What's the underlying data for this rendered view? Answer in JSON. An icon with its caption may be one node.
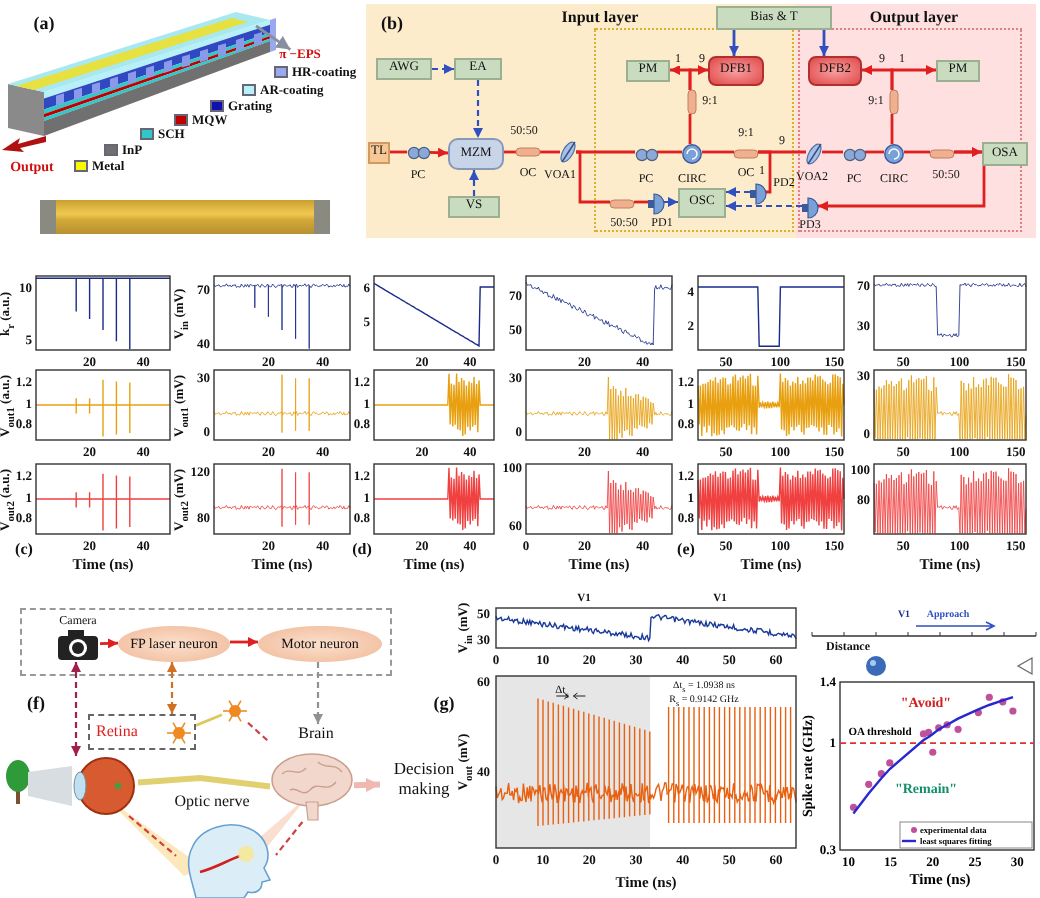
{
  "diagram": {
    "nodes": [
      {
        "text": [
          "Input layer"
        ]
      },
      {
        "text": [
          "Output layer"
        ]
      },
      {
        "text": [],
        "shape": "box",
        "in": 0
      },
      {
        "text": [],
        "shape": "box",
        "in": 1
      },
      {
        "text": [
          "AWG"
        ],
        "in": 0
      },
      {
        "text": [
          "EA"
        ],
        "in": 0
      },
      {
        "text": [
          "TL"
        ],
        "in": 0
      },
      {
        "text": [
          "PC"
        ],
        "in": 0
      },
      {
        "text": [
          "MZM"
        ],
        "in": 0
      },
      {
        "text": [
          "VS"
        ],
        "in": 0
      },
      {
        "text": [
          "50:50",
          "OC"
        ],
        "in": 0
      },
      {
        "text": [
          "VOA1"
        ],
        "in": 0
      },
      {
        "text": [
          "Bias & T"
        ]
      },
      {
        "text": [
          "PM"
        ],
        "in": 2
      },
      {
        "text": [
          "DFB1"
        ],
        "in": 2
      },
      {
        "text": [
          "9:1"
        ],
        "in": 2
      },
      {
        "text": [
          "PC"
        ],
        "in": 2
      },
      {
        "text": [
          "CIRC"
        ],
        "in": 2
      },
      {
        "text": [
          "9:1",
          "OC"
        ],
        "in": 2
      },
      {
        "text": [
          "PD2"
        ],
        "in": 2
      },
      {
        "text": [
          "50:50"
        ],
        "in": 2
      },
      {
        "text": [
          "PD1"
        ],
        "in": 2
      },
      {
        "text": [
          "OSC"
        ],
        "in": 2
      },
      {
        "text": [
          "DFB2"
        ],
        "in": 3
      },
      {
        "text": [
          "PM"
        ],
        "in": 3
      },
      {
        "text": [
          "9:1"
        ],
        "in": 3
      },
      {
        "text": [
          "VOA2"
        ],
        "in": 3
      },
      {
        "text": [
          "PC"
        ],
        "in": 3
      },
      {
        "text": [
          "CIRC"
        ],
        "in": 3
      },
      {
        "text": [
          "50:50"
        ],
        "in": 3
      },
      {
        "text": [
          "OSA"
        ],
        "in": 3
      },
      {
        "text": [
          "PD3"
        ],
        "in": 3
      },
      {
        "text": [],
        "shape": "box"
      },
      {
        "text": [
          "Camera"
        ],
        "in": 32
      },
      {
        "text": [
          "FP laser neuron"
        ],
        "in": 32
      },
      {
        "text": [
          "Motor neuron"
        ],
        "in": 32
      },
      {
        "text": [
          "Retina"
        ]
      },
      {
        "text": [],
        "shape": "picture"
      },
      {
        "text": [
          "Brain"
        ]
      },
      {
        "text": [],
        "shape": "picture"
      },
      {
        "text": [
          "Decision making"
        ]
      },
      {
        "text": [],
        "shape": "picture"
      },
      {
        "text": [
          "π −EPS"
        ]
      }
    ],
    "edges": [
      {
        "from": 4,
        "to": 5,
        "arrow": "to",
        "style": "dashed",
        "color": "#3050c0"
      },
      {
        "from": 5,
        "to": 8,
        "arrow": "to",
        "style": "dashed",
        "color": "#3050c0"
      },
      {
        "from": 9,
        "to": 8,
        "arrow": "to",
        "style": "dashed",
        "color": "#3050c0"
      },
      {
        "from": 6,
        "to": 7,
        "arrow": "none"
      },
      {
        "from": 7,
        "to": 8,
        "arrow": "to"
      },
      {
        "from": 8,
        "to": 10,
        "arrow": "none"
      },
      {
        "from": 10,
        "to": 11,
        "arrow": "none"
      },
      {
        "from": 11,
        "to": 16,
        "arrow": "none"
      },
      {
        "from": 11,
        "to": 20,
        "arrow": "none"
      },
      {
        "from": 20,
        "to": 21,
        "arrow": "none"
      },
      {
        "from": 16,
        "to": 17,
        "arrow": "none"
      },
      {
        "from": 17,
        "to": 15,
        "arrow": "none"
      },
      {
        "from": 15,
        "to": 13,
        "arrow": "to",
        "label": "1"
      },
      {
        "from": 15,
        "to": 14,
        "arrow": "to",
        "label": "9"
      },
      {
        "from": 17,
        "to": 18,
        "arrow": "none"
      },
      {
        "from": 18,
        "to": 26,
        "arrow": "none",
        "label": "9"
      },
      {
        "from": 18,
        "to": 19,
        "arrow": "none",
        "label": "1"
      },
      {
        "from": 19,
        "to": 22,
        "arrow": "to",
        "style": "dashed",
        "color": "#3050c0"
      },
      {
        "from": 21,
        "to": 22,
        "arrow": "to",
        "style": "dashed",
        "color": "#3050c0"
      },
      {
        "from": 31,
        "to": 22,
        "arrow": "to",
        "style": "dashed",
        "color": "#3050c0"
      },
      {
        "from": 12,
        "to": 14,
        "arrow": "to",
        "color": "#3050c0"
      },
      {
        "from": 12,
        "to": 23,
        "arrow": "to",
        "color": "#3050c0"
      },
      {
        "from": 26,
        "to": 27,
        "arrow": "none"
      },
      {
        "from": 27,
        "to": 28,
        "arrow": "none"
      },
      {
        "from": 28,
        "to": 25,
        "arrow": "none"
      },
      {
        "from": 25,
        "to": 23,
        "arrow": "to",
        "label": "9"
      },
      {
        "from": 25,
        "to": 24,
        "arrow": "to",
        "label": "1"
      },
      {
        "from": 28,
        "to": 29,
        "arrow": "none"
      },
      {
        "from": 29,
        "to": 30,
        "arrow": "to"
      },
      {
        "from": 29,
        "to": 31,
        "arrow": "to"
      },
      {
        "from": 33,
        "to": 34,
        "arrow": "to"
      },
      {
        "from": 34,
        "to": 35,
        "arrow": "to"
      },
      {
        "from": 33,
        "to": 37,
        "arrow": "both",
        "style": "dashed",
        "color": "#a0204a"
      },
      {
        "from": 34,
        "to": 36,
        "arrow": "both",
        "style": "dashed",
        "color": "#d07020"
      },
      {
        "from": 35,
        "to": 38,
        "arrow": "to",
        "style": "dashed",
        "color": "#909090"
      },
      {
        "from": 37,
        "to": 39,
        "arrow": "none",
        "style": "dashed",
        "color": "#d04040"
      },
      {
        "from": 38,
        "to": 39,
        "arrow": "none",
        "style": "dashed",
        "color": "#d04040"
      },
      {
        "from": 36,
        "to": 41,
        "arrow": "none",
        "color": "#e0c860"
      },
      {
        "from": 41,
        "to": 38,
        "arrow": "none",
        "style": "dashed",
        "color": "#d04040"
      },
      {
        "from": 37,
        "to": 38,
        "arrow": "none",
        "style": "thick",
        "color": "#e0d070"
      },
      {
        "from": 38,
        "to": 40,
        "arrow": "to",
        "style": "thick",
        "color": "#f0b8b0"
      },
      {
        "from": null,
        "to": 42,
        "arrow": "to",
        "color": "#8890a0"
      }
    ],
    "labels": [
      "(a)",
      "Output",
      "(b)",
      "k$_{r}$ (a.u.)",
      "10",
      "5",
      "20",
      "40",
      "V$_{in}$ (mV)",
      "70",
      "40",
      "20",
      "40",
      "6",
      "5",
      "20",
      "40",
      "70",
      "50",
      "20",
      "40",
      "4",
      "2",
      "50",
      "100",
      "150",
      "70",
      "30",
      "50",
      "100",
      "150",
      "V$_{out1}$ (a.u.)",
      "1.2",
      "1",
      "0.8",
      "20",
      "40",
      "V$_{out1}$ (mV)",
      "30",
      "0",
      "20",
      "40",
      "1.2",
      "1",
      "0.8",
      "20",
      "40",
      "30",
      "0",
      "20",
      "40",
      "1.2",
      "1",
      "0.8",
      "50",
      "100",
      "150",
      "30",
      "0",
      "50",
      "100",
      "150",
      "V$_{out2}$ (a.u.)",
      "1.2",
      "1",
      "0.8",
      "(c)",
      "20",
      "40",
      "Time (ns)",
      "V$_{out2}$ (mV)",
      "120",
      "80",
      "20",
      "40",
      "Time (ns)",
      "1.2",
      "1",
      "0.8",
      "(d)",
      "20",
      "40",
      "Time (ns)",
      "100",
      "60",
      "0",
      "20",
      "40",
      "Time (ns)",
      "1.2",
      "1",
      "0.8",
      "(e)",
      "50",
      "100",
      "150",
      "Time (ns)",
      "100",
      "80",
      "50",
      "100",
      "150",
      "Time (ns)",
      "(f)",
      "Optic nerve",
      "(g)",
      "V1",
      "V1",
      "V$_{in}$ (mV)",
      "50",
      "30",
      "0",
      "10",
      "20",
      "30",
      "40",
      "50",
      "60",
      "V$_{out}$ (mV)",
      "60",
      "40",
      "Δt$_{s}$",
      "Δt$_{s}$ = 1.0938 ns",
      "R$_{s}$ = 0.9142 GHz",
      "0",
      "10",
      "20",
      "30",
      "40",
      "50",
      "60",
      "Time (ns)",
      "V1",
      "Approach",
      "Distance",
      "\"Avoid\"",
      "\"Remain\""
    ],
    "legend": [
      {
        "text": "HR-coating",
        "color": "#9aa8ee"
      },
      {
        "text": "AR-coating",
        "color": "#b8f0f8"
      },
      {
        "text": "Grating",
        "color": "#1010b0"
      },
      {
        "text": "MQW",
        "color": "#c00000"
      },
      {
        "text": "SCH",
        "color": "#30c8c8"
      },
      {
        "text": "InP",
        "color": "#707070"
      },
      {
        "text": "Metal",
        "color": "#f8f800"
      }
    ],
    "chart_data": {
      "type": "scatter",
      "xlabel": "Time (ns)",
      "ylabel": "Spike rate (GHz)",
      "x": [
        10.6,
        12.4,
        13.9,
        14.9,
        18.9,
        19.5,
        20,
        20.7,
        21.7,
        23,
        25.4,
        26.7,
        28.3,
        29.5
      ],
      "series": [
        {
          "name": "experimental data",
          "color": "#c0509a",
          "values": [
            0.58,
            0.73,
            0.8,
            0.87,
            1.06,
            1.07,
            0.94,
            1.1,
            1.12,
            1.09,
            1.2,
            1.3,
            1.27,
            1.21
          ]
        },
        {
          "name": "least squares fitting",
          "type": "line",
          "color": "#2828d0",
          "values": [
            0.54,
            0.67,
            0.77,
            0.83,
            1.02,
            1.04,
            1.06,
            1.09,
            1.12,
            1.16,
            1.22,
            1.25,
            1.28,
            1.3
          ]
        }
      ],
      "ref_lines": [
        {
          "axis": "y",
          "value": 1,
          "label": "OA threshold"
        }
      ],
      "legend": "lower right",
      "xlim": [
        9,
        32
      ],
      "ylim": [
        0.3,
        1.4
      ],
      "xticks": [
        10,
        15,
        20,
        25,
        30
      ],
      "yticks": [
        0.3,
        1,
        1.4
      ]
    }
  }
}
